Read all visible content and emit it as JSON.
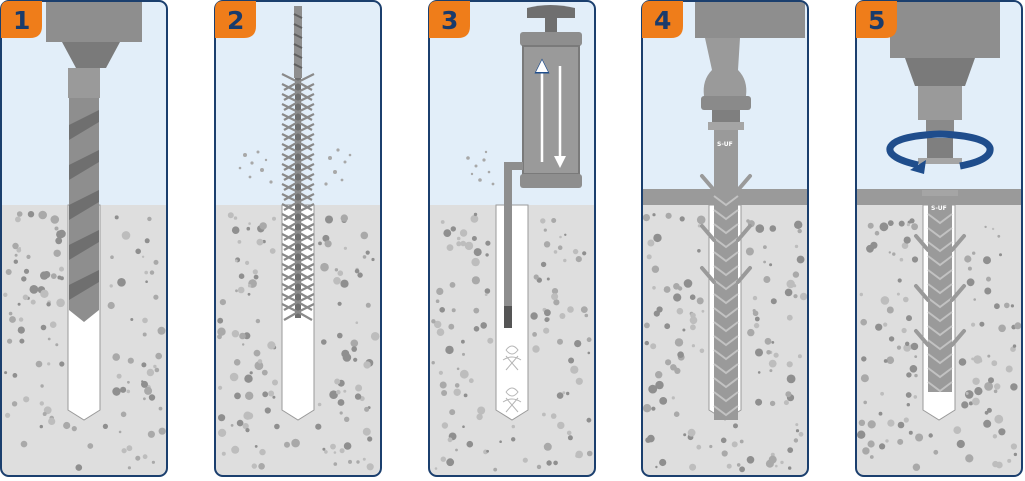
{
  "steps": [
    {
      "number": "1",
      "action": "drill-hole"
    },
    {
      "number": "2",
      "action": "brush-hole"
    },
    {
      "number": "3",
      "action": "blow-out-hole"
    },
    {
      "number": "4",
      "action": "hammer-in-anchor"
    },
    {
      "number": "5",
      "action": "screw-in"
    }
  ],
  "anchor_marking": "S-UF",
  "colors": {
    "badge": "#ef7d1a",
    "badge_text": "#1a3b6b",
    "sky": "#e2eef9",
    "concrete": "#dedede",
    "aggregate": "#9e9e9e",
    "hole": "#ffffff",
    "border": "#1b3f6e",
    "steel": "#8d8d8d",
    "rotation_arrow": "#1f4d8c"
  }
}
